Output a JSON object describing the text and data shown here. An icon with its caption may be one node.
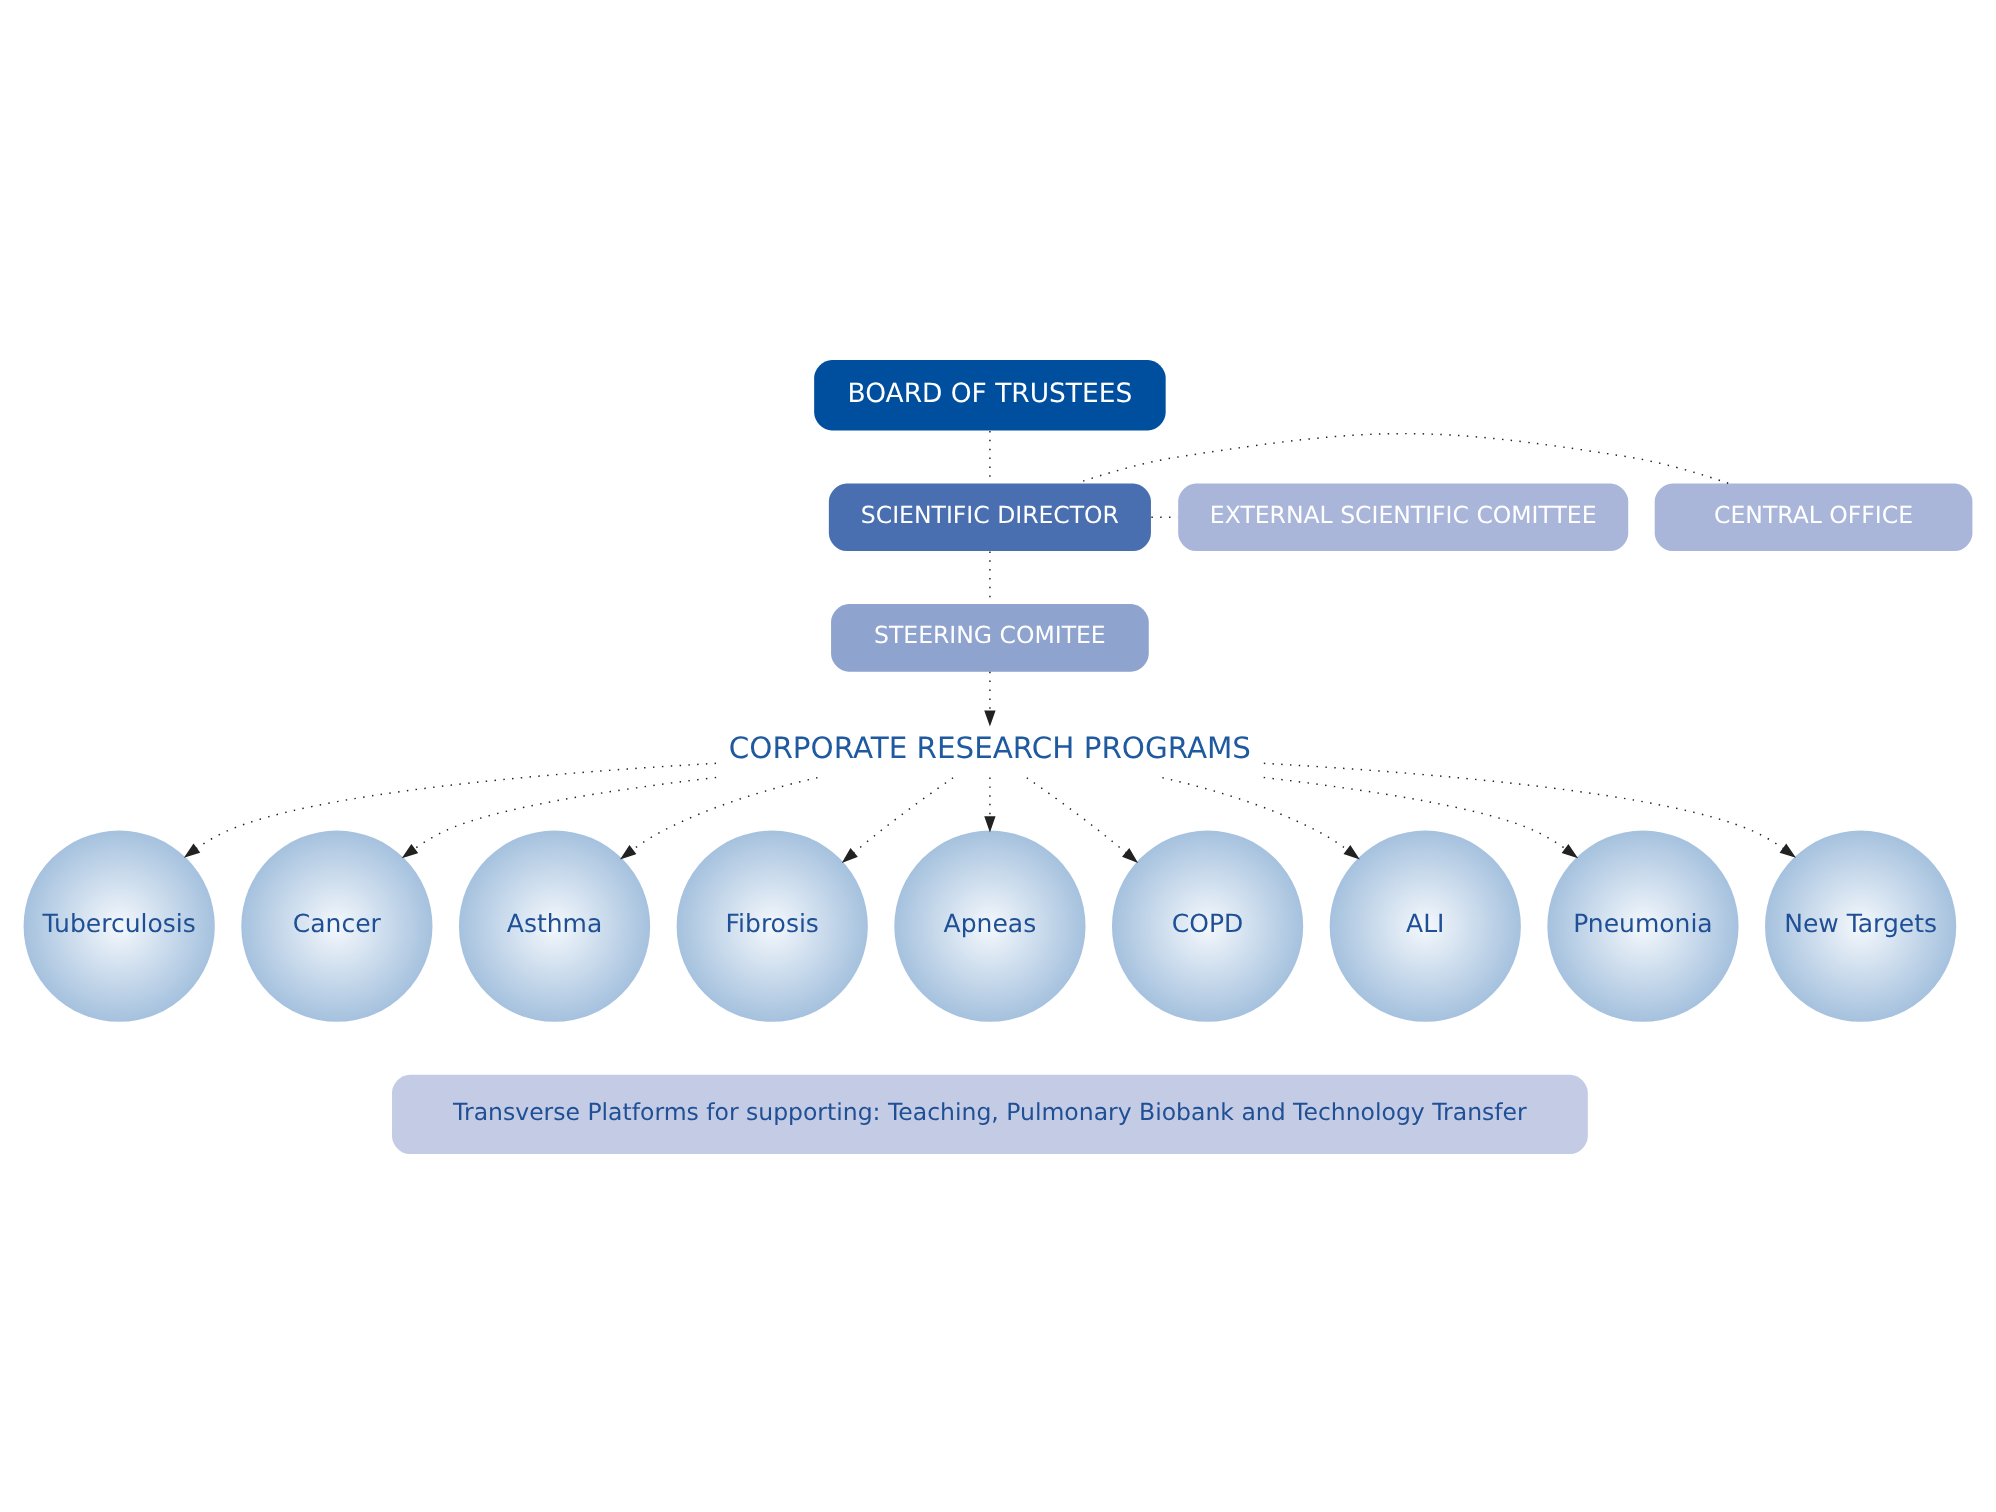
{
  "diagram": {
    "nodes": [
      {
        "text": [
          "BOARD OF TRUSTEES"
        ]
      },
      {
        "text": [
          "CENTRAL OFFICE"
        ]
      },
      {
        "text": [
          "SCIENTIFIC DIRECTOR"
        ]
      },
      {
        "text": [
          "EXTERNAL SCIENTIFIC COMITTEE"
        ]
      },
      {
        "text": [
          "STEERING COMITEE"
        ]
      },
      {
        "text": [
          "CORPORATE RESEARCH PROGRAMS"
        ]
      },
      {
        "text": [
          "Tuberculosis"
        ]
      },
      {
        "text": [
          "Cancer"
        ]
      },
      {
        "text": [
          "Asthma"
        ]
      },
      {
        "text": [
          "Fibrosis"
        ]
      },
      {
        "text": [
          "Apneas"
        ]
      },
      {
        "text": [
          "COPD"
        ]
      },
      {
        "text": [
          "ALI"
        ]
      },
      {
        "text": [
          "Pneumonia"
        ]
      },
      {
        "text": [
          "New Targets"
        ]
      },
      {
        "text": [
          "Transverse Platforms for supporting: Teaching, Pulmonary Biobank and Technology Transfer"
        ]
      }
    ],
    "edges": [
      {
        "from": 0,
        "to": 2,
        "arrow": "none"
      },
      {
        "from": 1,
        "to": 2,
        "arrow": "none"
      },
      {
        "from": 2,
        "to": 3,
        "arrow": "none"
      },
      {
        "from": 2,
        "to": 4,
        "arrow": "none"
      },
      {
        "from": 4,
        "to": 5,
        "arrow": "to"
      },
      {
        "from": 5,
        "to": 6,
        "arrow": "to"
      },
      {
        "from": 5,
        "to": 7,
        "arrow": "to"
      },
      {
        "from": 5,
        "to": 8,
        "arrow": "to"
      },
      {
        "from": 5,
        "to": 9,
        "arrow": "to"
      },
      {
        "from": 5,
        "to": 10,
        "arrow": "to"
      },
      {
        "from": 5,
        "to": 11,
        "arrow": "to"
      },
      {
        "from": 5,
        "to": 12,
        "arrow": "to"
      },
      {
        "from": 5,
        "to": 13,
        "arrow": "to"
      },
      {
        "from": 5,
        "to": 14,
        "arrow": "to"
      }
    ]
  }
}
